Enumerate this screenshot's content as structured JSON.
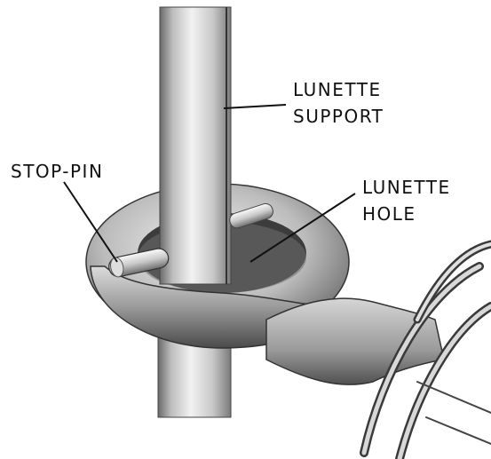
{
  "figure": {
    "labels": {
      "support_line1": "LUNETTE",
      "support_line2": "SUPPORT",
      "stop_pin": "STOP-PIN",
      "hole_line1": "LUNETTE",
      "hole_line2": "HOLE"
    },
    "colors": {
      "ink": "#111111",
      "metal_light": "#e8e8e8",
      "metal_mid": "#b4b4b4",
      "metal_dark": "#555555"
    }
  }
}
